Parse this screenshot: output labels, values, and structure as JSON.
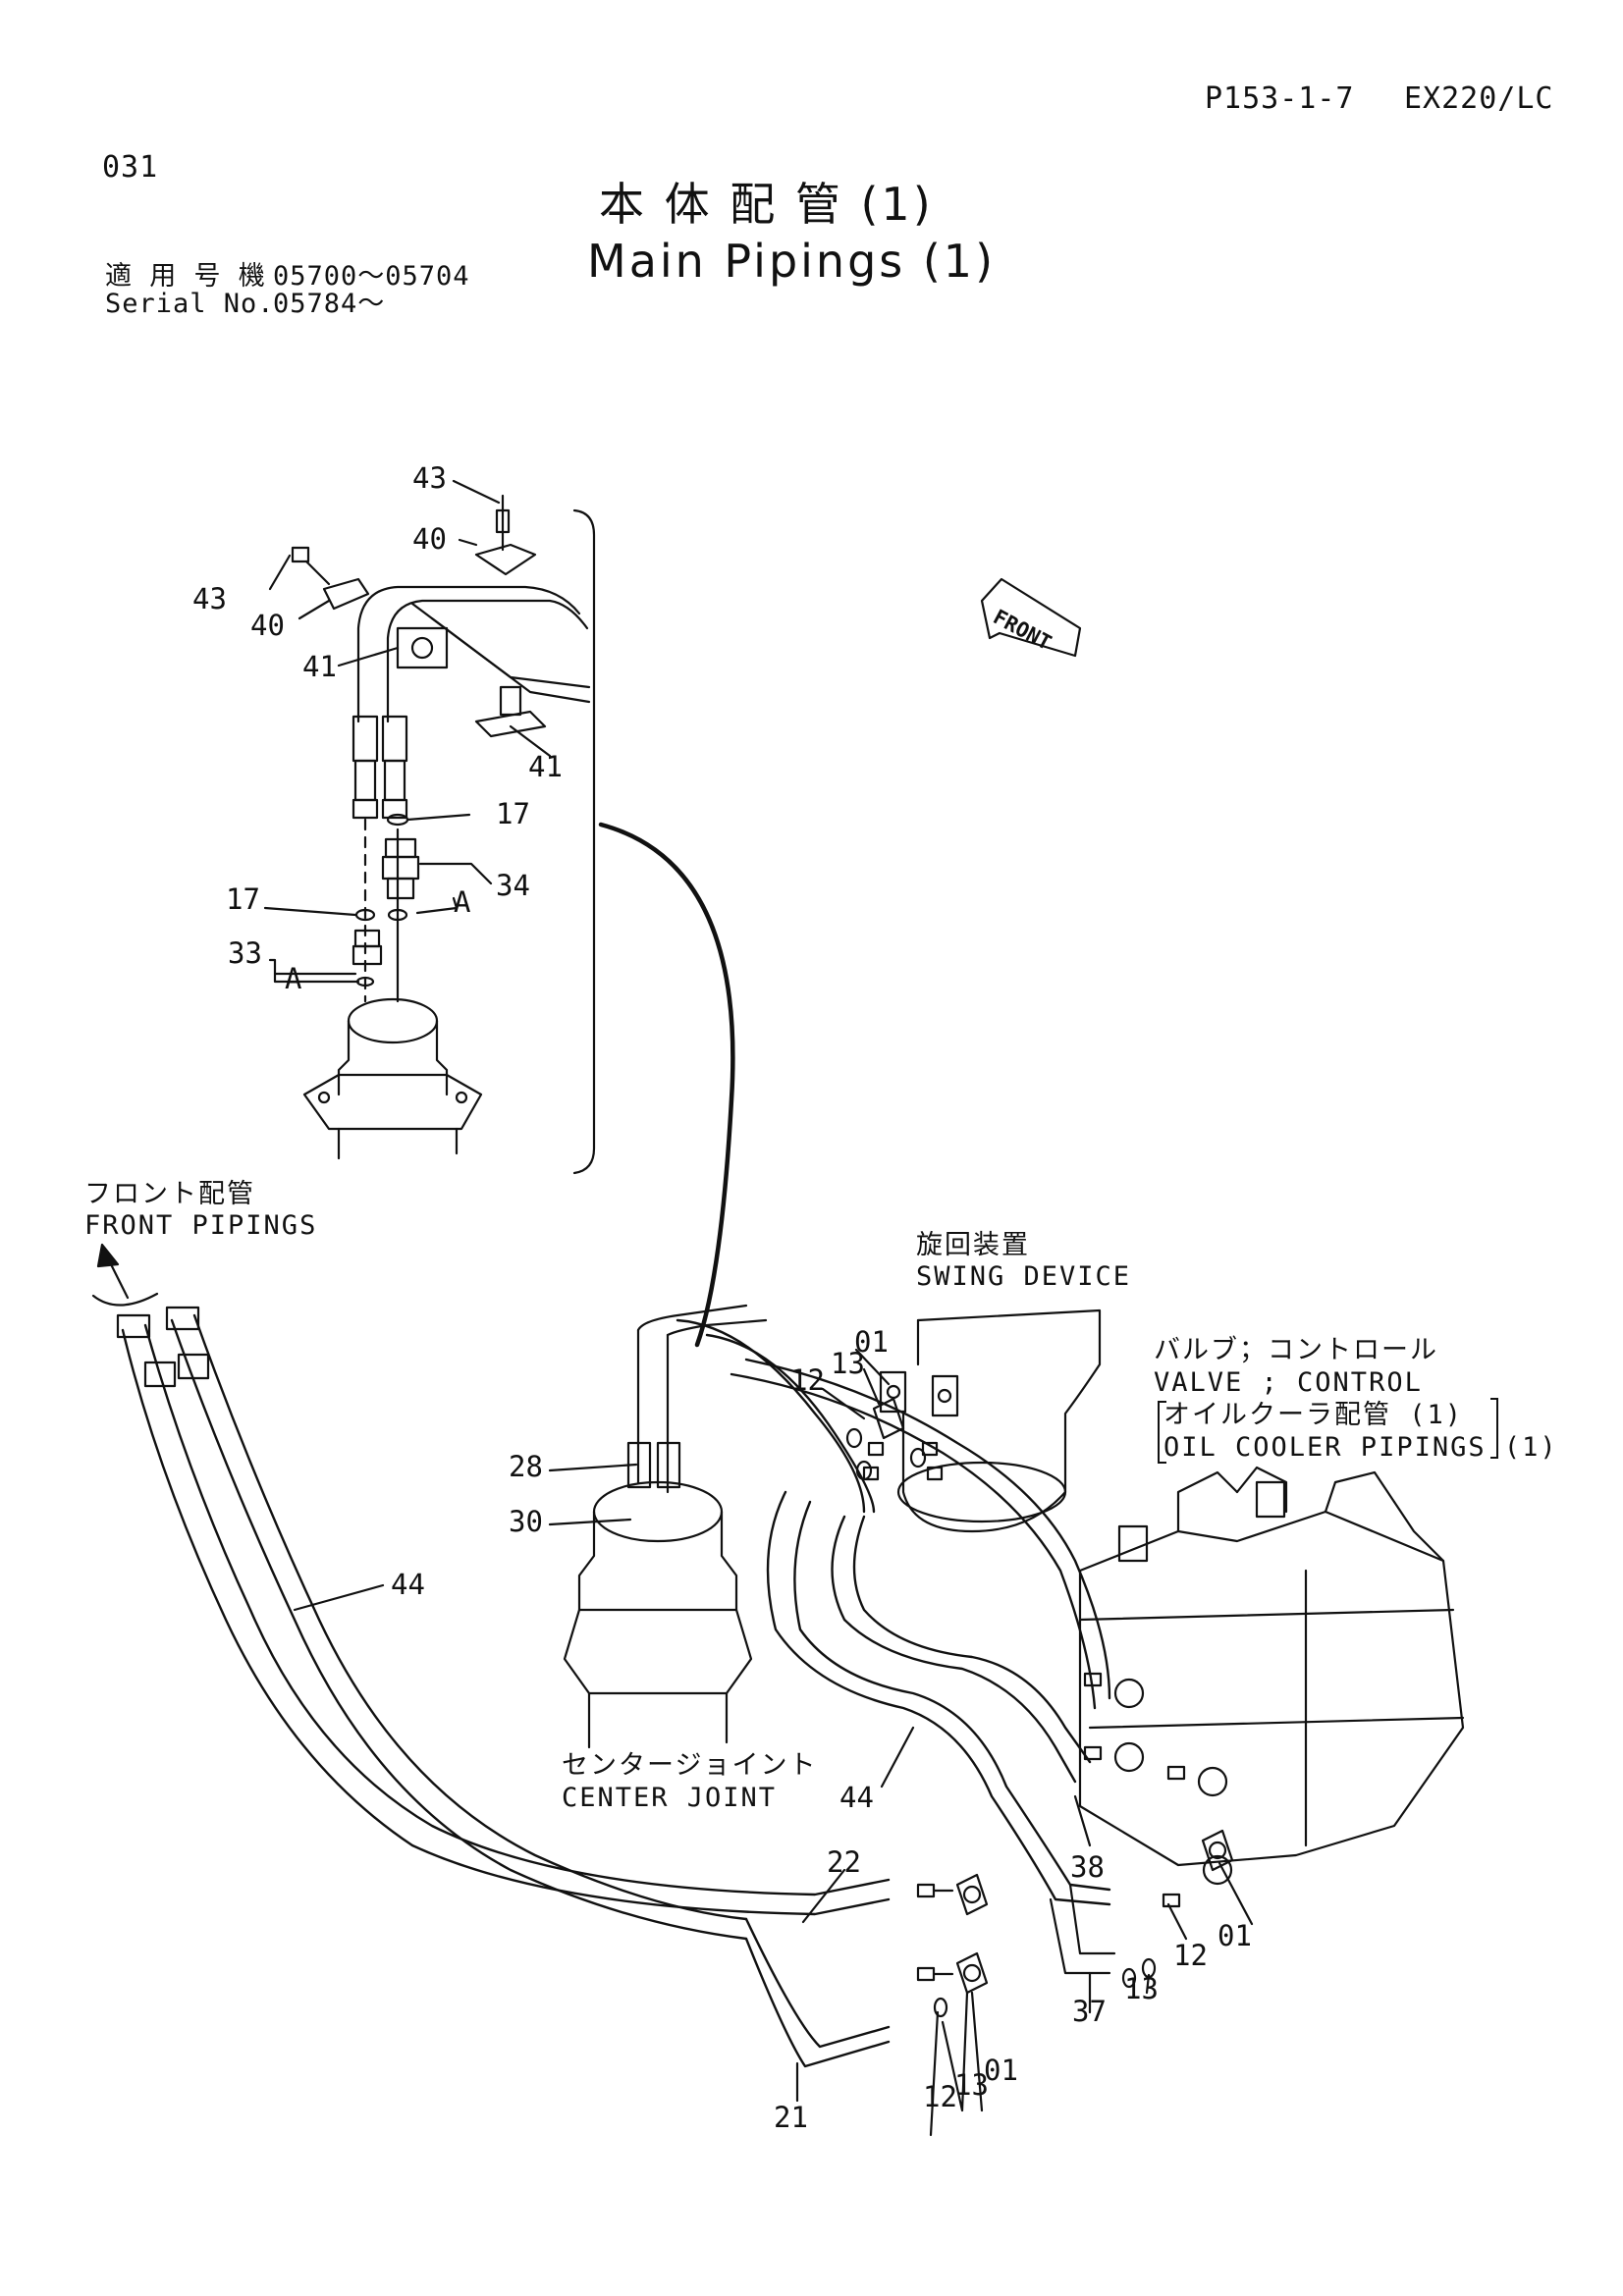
{
  "header": {
    "page_code": "P153-1-7",
    "model": "EX220/LC",
    "page_number": "031"
  },
  "title": {
    "japanese": "本 体 配 管 (1)",
    "english": "Main Pipings (1)"
  },
  "serial": {
    "jp_label": "適 用 号 機",
    "en_label": "Serial No.",
    "range_1": "05700～05704",
    "range_2": "05784～"
  },
  "labels": {
    "front_tag": "FRONT",
    "front_pipings_jp": "フロント配管",
    "front_pipings_en": "FRONT PIPINGS",
    "swing_device_jp": "旋回装置",
    "swing_device_en": "SWING DEVICE",
    "valve_jp": "バルブ；コントロール",
    "valve_en": "VALVE ; CONTROL",
    "oil_cooler_jp": "オイルクーラ配管 (1)",
    "oil_cooler_en": "OIL COOLER PIPINGS (1)",
    "center_joint_jp": "センタージョイント",
    "center_joint_en": "CENTER JOINT",
    "detail_a": "A"
  },
  "callouts": {
    "c43a": "43",
    "c40a": "40",
    "c43b": "43",
    "c40b": "40",
    "c41a": "41",
    "c41b": "41",
    "c17a": "17",
    "c34": "34",
    "c17b": "17",
    "c33": "33",
    "c01a": "01",
    "c13a": "13",
    "c12a": "12",
    "c28": "28",
    "c30": "30",
    "c44a": "44",
    "c44b": "44",
    "c38": "38",
    "c22": "22",
    "c01b": "01",
    "c12b": "12",
    "c13b": "13",
    "c37": "37",
    "c21": "21",
    "c12c": "12",
    "c13c": "13",
    "c01c": "01"
  }
}
